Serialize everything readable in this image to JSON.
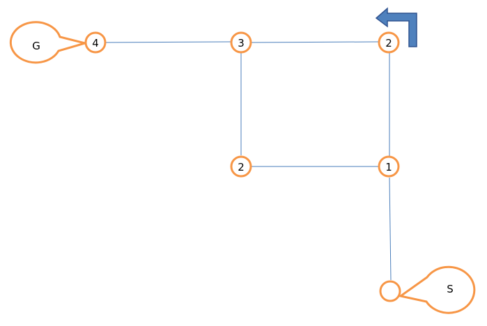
{
  "nodes": {
    "n4": "4",
    "n3": "3",
    "n2_top": "2",
    "n2_mid": "2",
    "n1": "1",
    "start": ""
  },
  "callouts": {
    "goal": "G",
    "start": "S"
  },
  "colors": {
    "node_stroke": "#f79646",
    "edge": "#4a7ebb",
    "arrow_fill": "#4f81bd"
  },
  "icons": {
    "turn_arrow": "u-turn-left-arrow-icon"
  }
}
